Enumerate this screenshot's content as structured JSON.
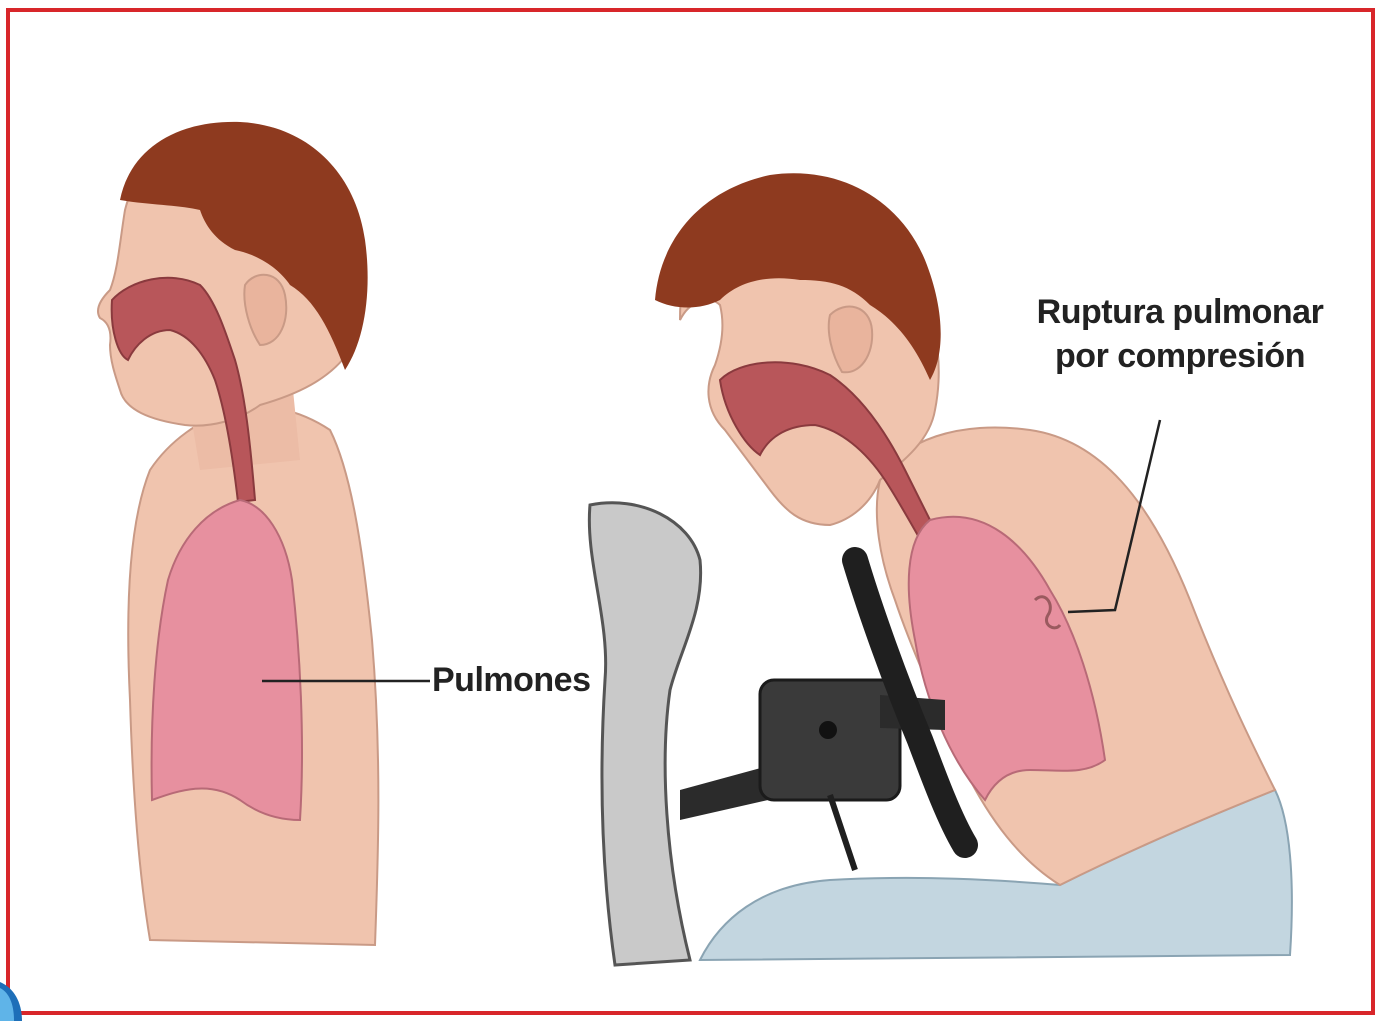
{
  "labels": {
    "pulmones": "Pulmones",
    "ruptura_line1": "Ruptura pulmonar",
    "ruptura_line2": "por compresión"
  },
  "colors": {
    "border": "#d8262a",
    "skin": "#f0c4ae",
    "hair": "#8e3a1f",
    "lung": "#e7909f",
    "airway": "#b8565a",
    "seat": "#c9c9c9",
    "steering": "#2b2b2b",
    "pants": "#c3d6e0"
  }
}
